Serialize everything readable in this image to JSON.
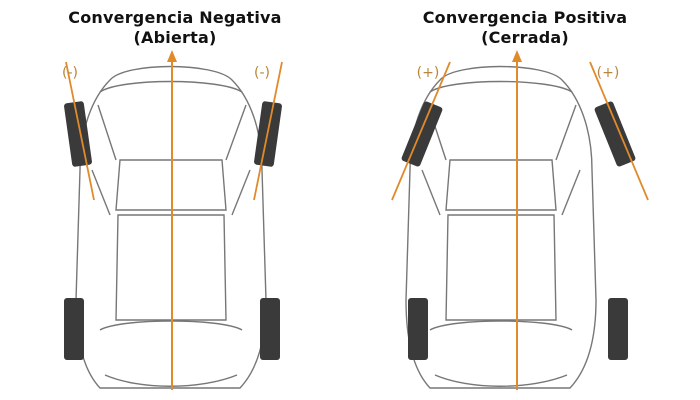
{
  "panels": [
    {
      "title_line1": "Convergencia Negativa",
      "title_line2": "(Abierta)",
      "sign_left": "(-)",
      "sign_right": "(-)",
      "toe": "negative"
    },
    {
      "title_line1": "Convergencia Positiva",
      "title_line2": "(Cerrada)",
      "sign_left": "(+)",
      "sign_right": "(+)",
      "toe": "positive"
    }
  ],
  "colors": {
    "axis_line": "#e08a2a",
    "tire": "#3a3a3a",
    "body_outline": "#777777",
    "sign_text": "#b8863a"
  }
}
